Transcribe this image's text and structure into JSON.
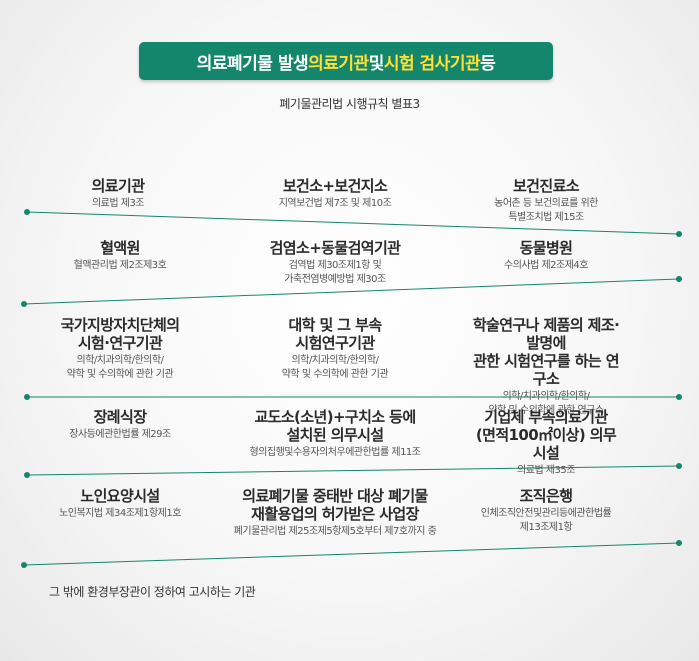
{
  "header": {
    "title_prefix": "의료폐기물 발생 ",
    "title_hl1": "의료기관",
    "title_mid": " 및 ",
    "title_hl2": "시험 검사기관",
    "title_suffix": " 등",
    "subtitle": "폐기물관리법 시행규칙 별표3"
  },
  "rows": [
    [
      {
        "name": "의료기관",
        "law": "의료법 제3조"
      },
      {
        "name": "보건소+보건지소",
        "law": "지역보건법 제7조 및 제10조"
      },
      {
        "name": "보건진료소",
        "law": "농어촌 등 보건의료를 위한\n특별조치법 제15조"
      }
    ],
    [
      {
        "name": "혈액원",
        "law": "혈액관리법 제2조제3호"
      },
      {
        "name": "검염소+동물검역기관",
        "law": "검역법 제30조제1항 및\n가축전염병예방법 제30조"
      },
      {
        "name": "동물병원",
        "law": "수의사법 제2조제4호"
      }
    ],
    [
      {
        "name": "국가지방자치단체의\n시험·연구기관",
        "law": "의학/치과의학/한의학/\n약학 및 수의학에 관한 기관"
      },
      {
        "name": "대학 및 그 부속\n시험연구기관",
        "law": "의학/치과의학/한의학/\n약학 및 수의학에 관한 기관"
      },
      {
        "name": "학술연구나 제품의 제조·발명에\n관한 시험연구를 하는 연구소",
        "law": "의학/치과의학/한의학/\n약학 및 수의학에 관한 연구소"
      }
    ],
    [
      {
        "name": "장례식장",
        "law": "장사등에관한법률 제29조"
      },
      {
        "name": "교도소(소년)+구치소 등에\n설치된 의무시설",
        "law": "형의집행및수용자의처우에관한법률 제11조"
      },
      {
        "name": "기업체 부속의료기관\n(면적100㎡이상) 의무시설",
        "law": "의료법 제35조"
      }
    ],
    [
      {
        "name": "노인요양시설",
        "law": "노인복지법 제34조제1항제1호"
      },
      {
        "name": "의료폐기물 중태반 대상 폐기물\n재활용업의 허가받은 사업장",
        "law": "폐기물관리법 제25조제5항제5호부터 제7호까지 중"
      },
      {
        "name": "조직은행",
        "law": "인체조직안전및관리등에관한법률\n제13조제1항"
      }
    ]
  ],
  "footer": "그 밖에 환경부장관이 정하여 고시하는 기관",
  "colors": {
    "accent": "#14866c",
    "highlight": "#ffe033",
    "line": "#14866c"
  }
}
